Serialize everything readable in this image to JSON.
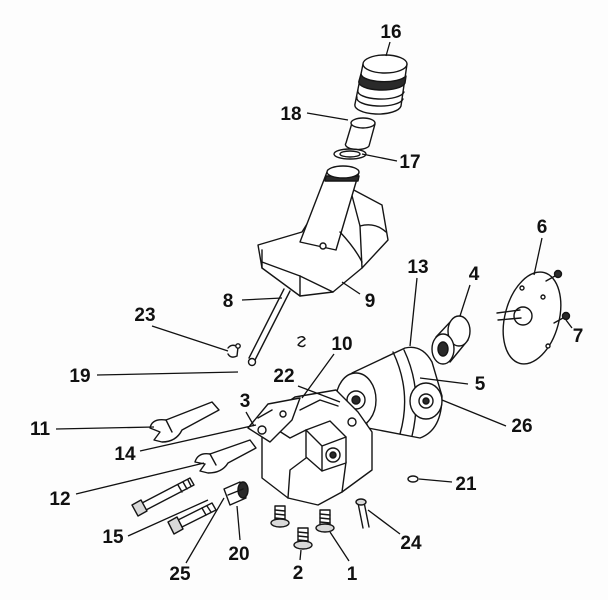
{
  "diagram": {
    "callouts": {
      "p1": "1",
      "p2": "2",
      "p3": "3",
      "p4": "4",
      "p5": "5",
      "p6": "6",
      "p7": "7",
      "p8": "8",
      "p9": "9",
      "p10": "10",
      "p11": "11",
      "p12": "12",
      "p13": "13",
      "p14": "14",
      "p15": "15",
      "p16": "16",
      "p17": "17",
      "p18": "18",
      "p19": "19",
      "p20": "20",
      "p21": "21",
      "p22": "22",
      "p23": "23",
      "p24": "24",
      "p25": "25",
      "p26": "26"
    }
  }
}
